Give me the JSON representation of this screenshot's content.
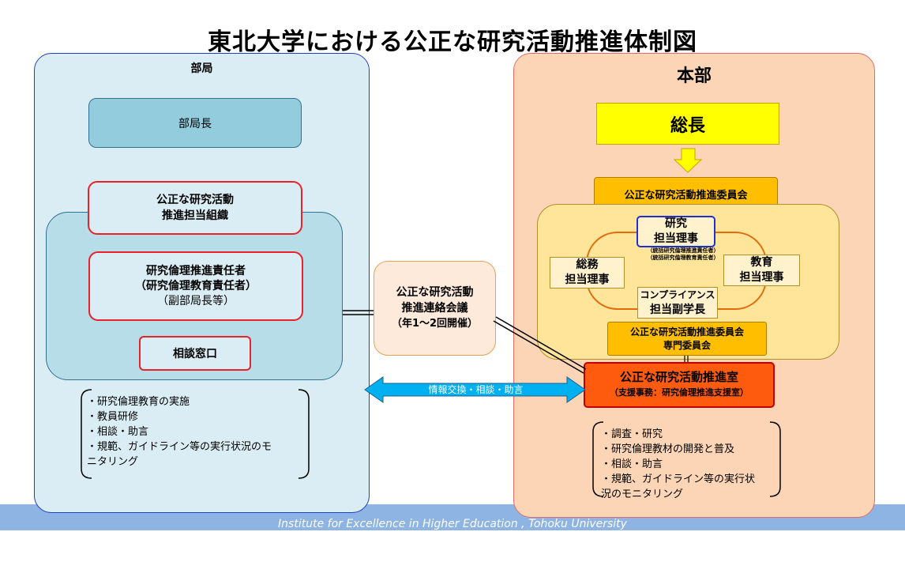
{
  "title": "東北大学における公正な研究活動推進体制図",
  "footer": "Institute for Excellence in Higher Education , Tohoku University",
  "left": {
    "title": "部局",
    "head": "部局長",
    "promotion_org": [
      "公正な研究活動",
      "推進担当組織"
    ],
    "ethics_officer": [
      "研究倫理推進責任者",
      "（研究倫理教育責任者）",
      "（副部局長等）"
    ],
    "consult_window": "相談窓口",
    "tasks": [
      "・研究倫理教育の実施",
      "・教員研修",
      "・相談・助言",
      "・規範、ガイドライン等の実行状況のモ",
      "ニタリング"
    ]
  },
  "liaison": [
    "公正な研究活動",
    "推進連絡会議",
    "（年1～2回開催）"
  ],
  "exchange_label": "情報交換・相談・助言",
  "right": {
    "title": "本部",
    "president": "総長",
    "committee": "公正な研究活動推進委員会",
    "research_director": [
      "研究",
      "担当理事"
    ],
    "research_director_note": [
      "（統括研究倫理推進責任者）",
      "（統括研究倫理教育責任者）"
    ],
    "general_director": [
      "総務",
      "担当理事"
    ],
    "education_director": [
      "教育",
      "担当理事"
    ],
    "compliance_vp": [
      "コンプライアンス",
      "担当副学長"
    ],
    "expert_committee": [
      "公正な研究活動推進委員会",
      "専門委員会"
    ],
    "office": "公正な研究活動推進室",
    "office_sub": "（支援事務：研究倫理推進支援室）",
    "tasks": [
      "・調査・研究",
      "・研究倫理教材の開発と普及",
      "・相談・助言",
      "・規範、ガイドライン等の実行状",
      "況のモニタリング"
    ]
  },
  "colors": {
    "left_panel": "#dbedf4",
    "right_panel": "#fbd5b5",
    "president": "#ffff00",
    "committee": "#ffbf00",
    "office": "#ff5b0f",
    "arrow": "#00b0f0"
  }
}
